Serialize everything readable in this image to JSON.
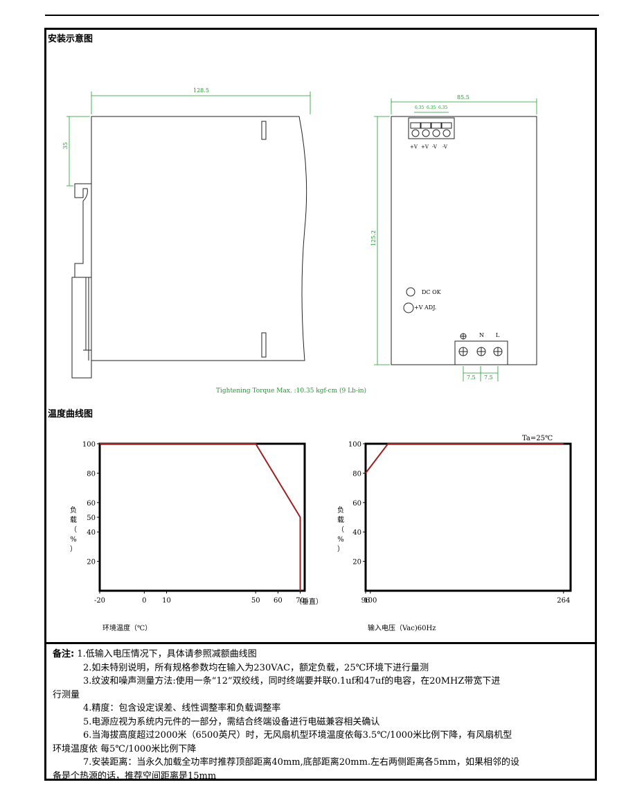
{
  "install": {
    "title": "安装示意图",
    "dims": {
      "width_side": "128.5",
      "top_offset": "35",
      "width_front": "85.5",
      "pitch1": "6.35",
      "pitch2": "6.35",
      "pitch3": "6.35",
      "height_front": "125.2",
      "bottom_pitch1": "7.5",
      "bottom_pitch2": "7.5"
    },
    "terminals_top": [
      "+V",
      "+V",
      "-V",
      "-V"
    ],
    "terminals_bottom": [
      "⊕",
      "N",
      "L"
    ],
    "led_label": "DC OK",
    "adj_label": "+V ADJ.",
    "torque": "Tightening Torque Max. :10.35 kgf-cm (9 Lb-in)"
  },
  "curves": {
    "title": "温度曲线图",
    "ta_label": "Ta=25℃",
    "ylabel_chars": [
      "负",
      "载",
      "（",
      "%",
      "）"
    ],
    "left_xlabel": "环境温度（℃）",
    "left_axis_extra": "（垂直）",
    "right_xlabel": "输入电压（Vac)60Hz"
  },
  "chart_data": [
    {
      "type": "line",
      "title": "",
      "xlabel": "环境温度（℃）",
      "ylabel": "负载（%）",
      "x_ticks": [
        "-20",
        "0",
        "10",
        "50",
        "60",
        "70"
      ],
      "y_ticks": [
        "100",
        "80",
        "60",
        "50",
        "40",
        "20"
      ],
      "xlim": [
        -20,
        72
      ],
      "ylim": [
        0,
        100
      ],
      "series": [
        {
          "x": [
            -20,
            50,
            70,
            70
          ],
          "y": [
            100,
            100,
            50,
            0
          ],
          "color": "#a01e1e"
        }
      ]
    },
    {
      "type": "line",
      "title": "",
      "xlabel": "输入电压（Vac)60Hz",
      "ylabel": "负载（%）",
      "x_ticks": [
        "96",
        "100",
        "264"
      ],
      "y_ticks": [
        "100",
        "80",
        "60",
        "40",
        "20"
      ],
      "xlim": [
        96,
        270
      ],
      "ylim": [
        0,
        100
      ],
      "series": [
        {
          "x": [
            96,
            115,
            264
          ],
          "y": [
            80,
            100,
            100
          ],
          "color": "#a01e1e"
        }
      ]
    }
  ],
  "notes": {
    "lead": "备注:",
    "items": [
      "1.低输入电压情况下，具体请参照减额曲线图",
      "2.如未特别说明，所有规格参数均在输入为230VAC，额定负载，25℃环境下进行量测",
      "3.纹波和噪声测量方法:使用一条“12”双绞线，同时终端要并联0.1uf和47uf的电容，在20MHZ带宽下进",
      "行测量",
      "4.精度：包含设定误差、线性调整率和负载调整率",
      "5.电源应视为系统内元件的一部分，需结合终端设备进行电磁兼容相关确认",
      "6.当海拔高度超过2000米（6500英尺）时，无风扇机型环境温度依每3.5℃/1000米比例下降，有风扇机型",
      "环境温度依 每5℃/1000米比例下降",
      "7.安装距离：当永久加载全功率时推荐顶部距离40mm,底部距离20mm.左右两侧距离各5mm，如果相邻的设",
      "备是个热源的话，推荐空间距离是15mm"
    ]
  }
}
